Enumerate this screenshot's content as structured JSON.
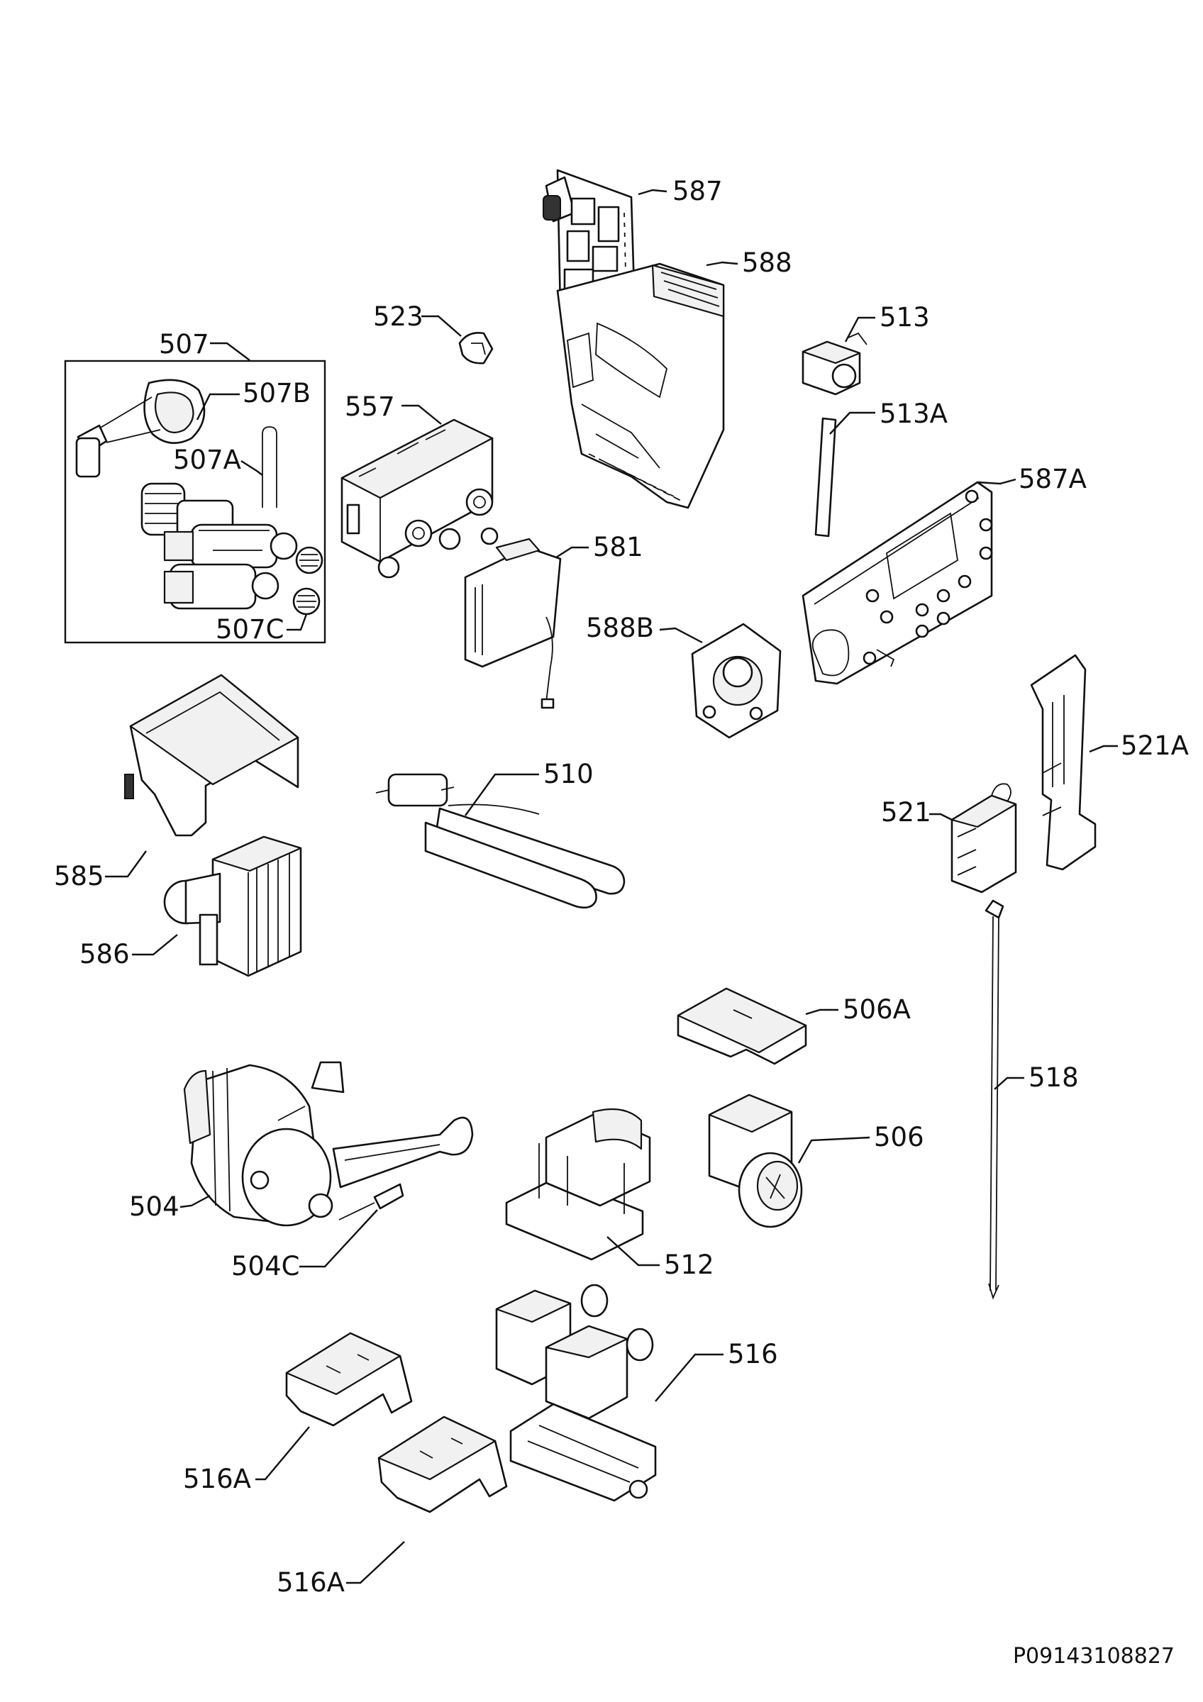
{
  "document_number": "P09143108827",
  "callouts": [
    {
      "id": "587",
      "text": "587"
    },
    {
      "id": "588",
      "text": "588"
    },
    {
      "id": "523",
      "text": "523"
    },
    {
      "id": "513",
      "text": "513"
    },
    {
      "id": "507",
      "text": "507"
    },
    {
      "id": "507B",
      "text": "507B"
    },
    {
      "id": "557",
      "text": "557"
    },
    {
      "id": "513A",
      "text": "513A"
    },
    {
      "id": "507A",
      "text": "507A"
    },
    {
      "id": "587A",
      "text": "587A"
    },
    {
      "id": "581",
      "text": "581"
    },
    {
      "id": "588B",
      "text": "588B"
    },
    {
      "id": "507C",
      "text": "507C"
    },
    {
      "id": "521A",
      "text": "521A"
    },
    {
      "id": "510",
      "text": "510"
    },
    {
      "id": "521",
      "text": "521"
    },
    {
      "id": "585",
      "text": "585"
    },
    {
      "id": "586",
      "text": "586"
    },
    {
      "id": "506A",
      "text": "506A"
    },
    {
      "id": "518",
      "text": "518"
    },
    {
      "id": "506",
      "text": "506"
    },
    {
      "id": "504",
      "text": "504"
    },
    {
      "id": "504C",
      "text": "504C"
    },
    {
      "id": "512",
      "text": "512"
    },
    {
      "id": "516",
      "text": "516"
    },
    {
      "id": "516A_1",
      "text": "516A"
    },
    {
      "id": "516A_2",
      "text": "516A"
    }
  ]
}
